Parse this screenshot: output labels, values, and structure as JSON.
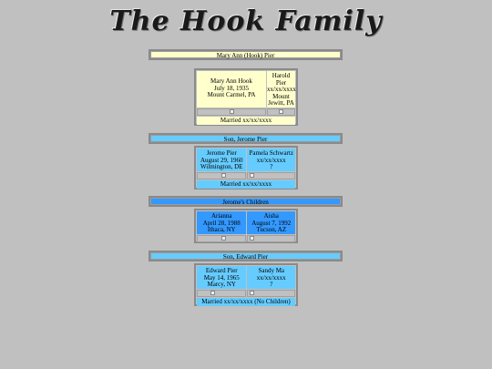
{
  "header": {
    "title": "The Hook Family"
  },
  "colors": {
    "yellow": "#ffffcc",
    "sky": "#66ccff",
    "blue": "#3399ff",
    "background": "#c0c0c0"
  },
  "sections": {
    "mary": {
      "bar_label": "Mary Ann (Hook) Pier",
      "person": {
        "name": "Mary Ann Hook",
        "date": "July 18, 1935",
        "place": "Mount Carmel, PA"
      },
      "spouse": {
        "name": "Harold Pier",
        "date": "xx/xx/xxxx",
        "place": "Mount Jewitt, PA"
      },
      "married": "Married xx/xx/xxxx"
    },
    "jerome": {
      "bar_label": "Son, Jerome Pier",
      "person": {
        "name": "Jerome Pier",
        "date": "August 29, 1960",
        "place": "Wilmington, DE"
      },
      "spouse": {
        "name": "Pamela Schwartz",
        "date": "xx/xx/xxxx",
        "place": "?"
      },
      "married": "Married xx/xx/xxxx"
    },
    "children": {
      "bar_label": "Jerome's Children",
      "child1": {
        "name": "Arianna",
        "date": "April 28, 1988",
        "place": "Ithaca, NY"
      },
      "child2": {
        "name": "Aisha",
        "date": "August 7, 1992",
        "place": "Tucson, AZ"
      }
    },
    "edward": {
      "bar_label": "Son, Edward Pier",
      "person": {
        "name": "Edward Pier",
        "date": "May 14, 1965",
        "place": "Marcy, NY"
      },
      "spouse": {
        "name": "Sandy Ma",
        "date": "xx/xx/xxxx",
        "place": "?"
      },
      "married": "Married xx/xx/xxxx (No Children)"
    }
  }
}
